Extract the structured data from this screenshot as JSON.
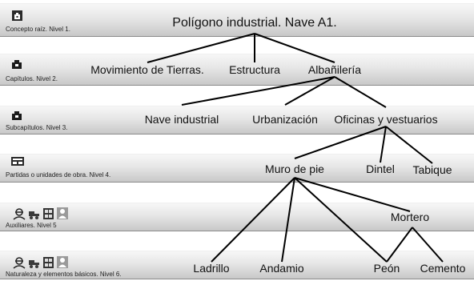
{
  "levels": [
    {
      "label": "Concepto raíz. Nivel 1.",
      "icon": "chapter-icon"
    },
    {
      "label": "Capítulos. Nivel 2.",
      "icon": "chapter-icon"
    },
    {
      "label": "Subcapítulos. Nivel 3.",
      "icon": "chapter-icon"
    },
    {
      "label": "Partidas o unidades de obra. Nivel 4.",
      "icon": "work-unit-icon"
    },
    {
      "label": "Auxiliares. Nivel 5",
      "icons": [
        "labor-icon",
        "machinery-icon",
        "material-icon",
        "other-icon"
      ]
    },
    {
      "label": "Naturaleza y elementos básicos. Nivel 6.",
      "icons": [
        "labor-icon",
        "machinery-icon",
        "material-icon",
        "other-icon"
      ]
    }
  ],
  "nodes": {
    "root": "Polígono industrial. Nave A1.",
    "movimiento": "Movimiento de Tierras.",
    "estructura": "Estructura",
    "albanileria": "Albañilería",
    "nave": "Nave industrial",
    "urbanizacion": "Urbanización",
    "oficinas": "Oficinas y vestuarios",
    "muro": "Muro de pie",
    "dintel": "Dintel",
    "tabique": "Tabique",
    "mortero": "Mortero",
    "ladrillo": "Ladrillo",
    "andamio": "Andamio",
    "peon": "Peón",
    "cemento": "Cemento"
  },
  "edges": [
    [
      "root",
      "movimiento"
    ],
    [
      "root",
      "estructura"
    ],
    [
      "root",
      "albanileria"
    ],
    [
      "albanileria",
      "nave"
    ],
    [
      "albanileria",
      "urbanizacion"
    ],
    [
      "albanileria",
      "oficinas"
    ],
    [
      "oficinas",
      "muro"
    ],
    [
      "oficinas",
      "dintel"
    ],
    [
      "oficinas",
      "tabique"
    ],
    [
      "muro",
      "ladrillo"
    ],
    [
      "muro",
      "andamio"
    ],
    [
      "muro",
      "peon"
    ],
    [
      "muro",
      "mortero"
    ],
    [
      "mortero",
      "peon"
    ],
    [
      "mortero",
      "cemento"
    ]
  ],
  "colors": {
    "band_dark": "#c8c8c8",
    "line": "#000000"
  }
}
